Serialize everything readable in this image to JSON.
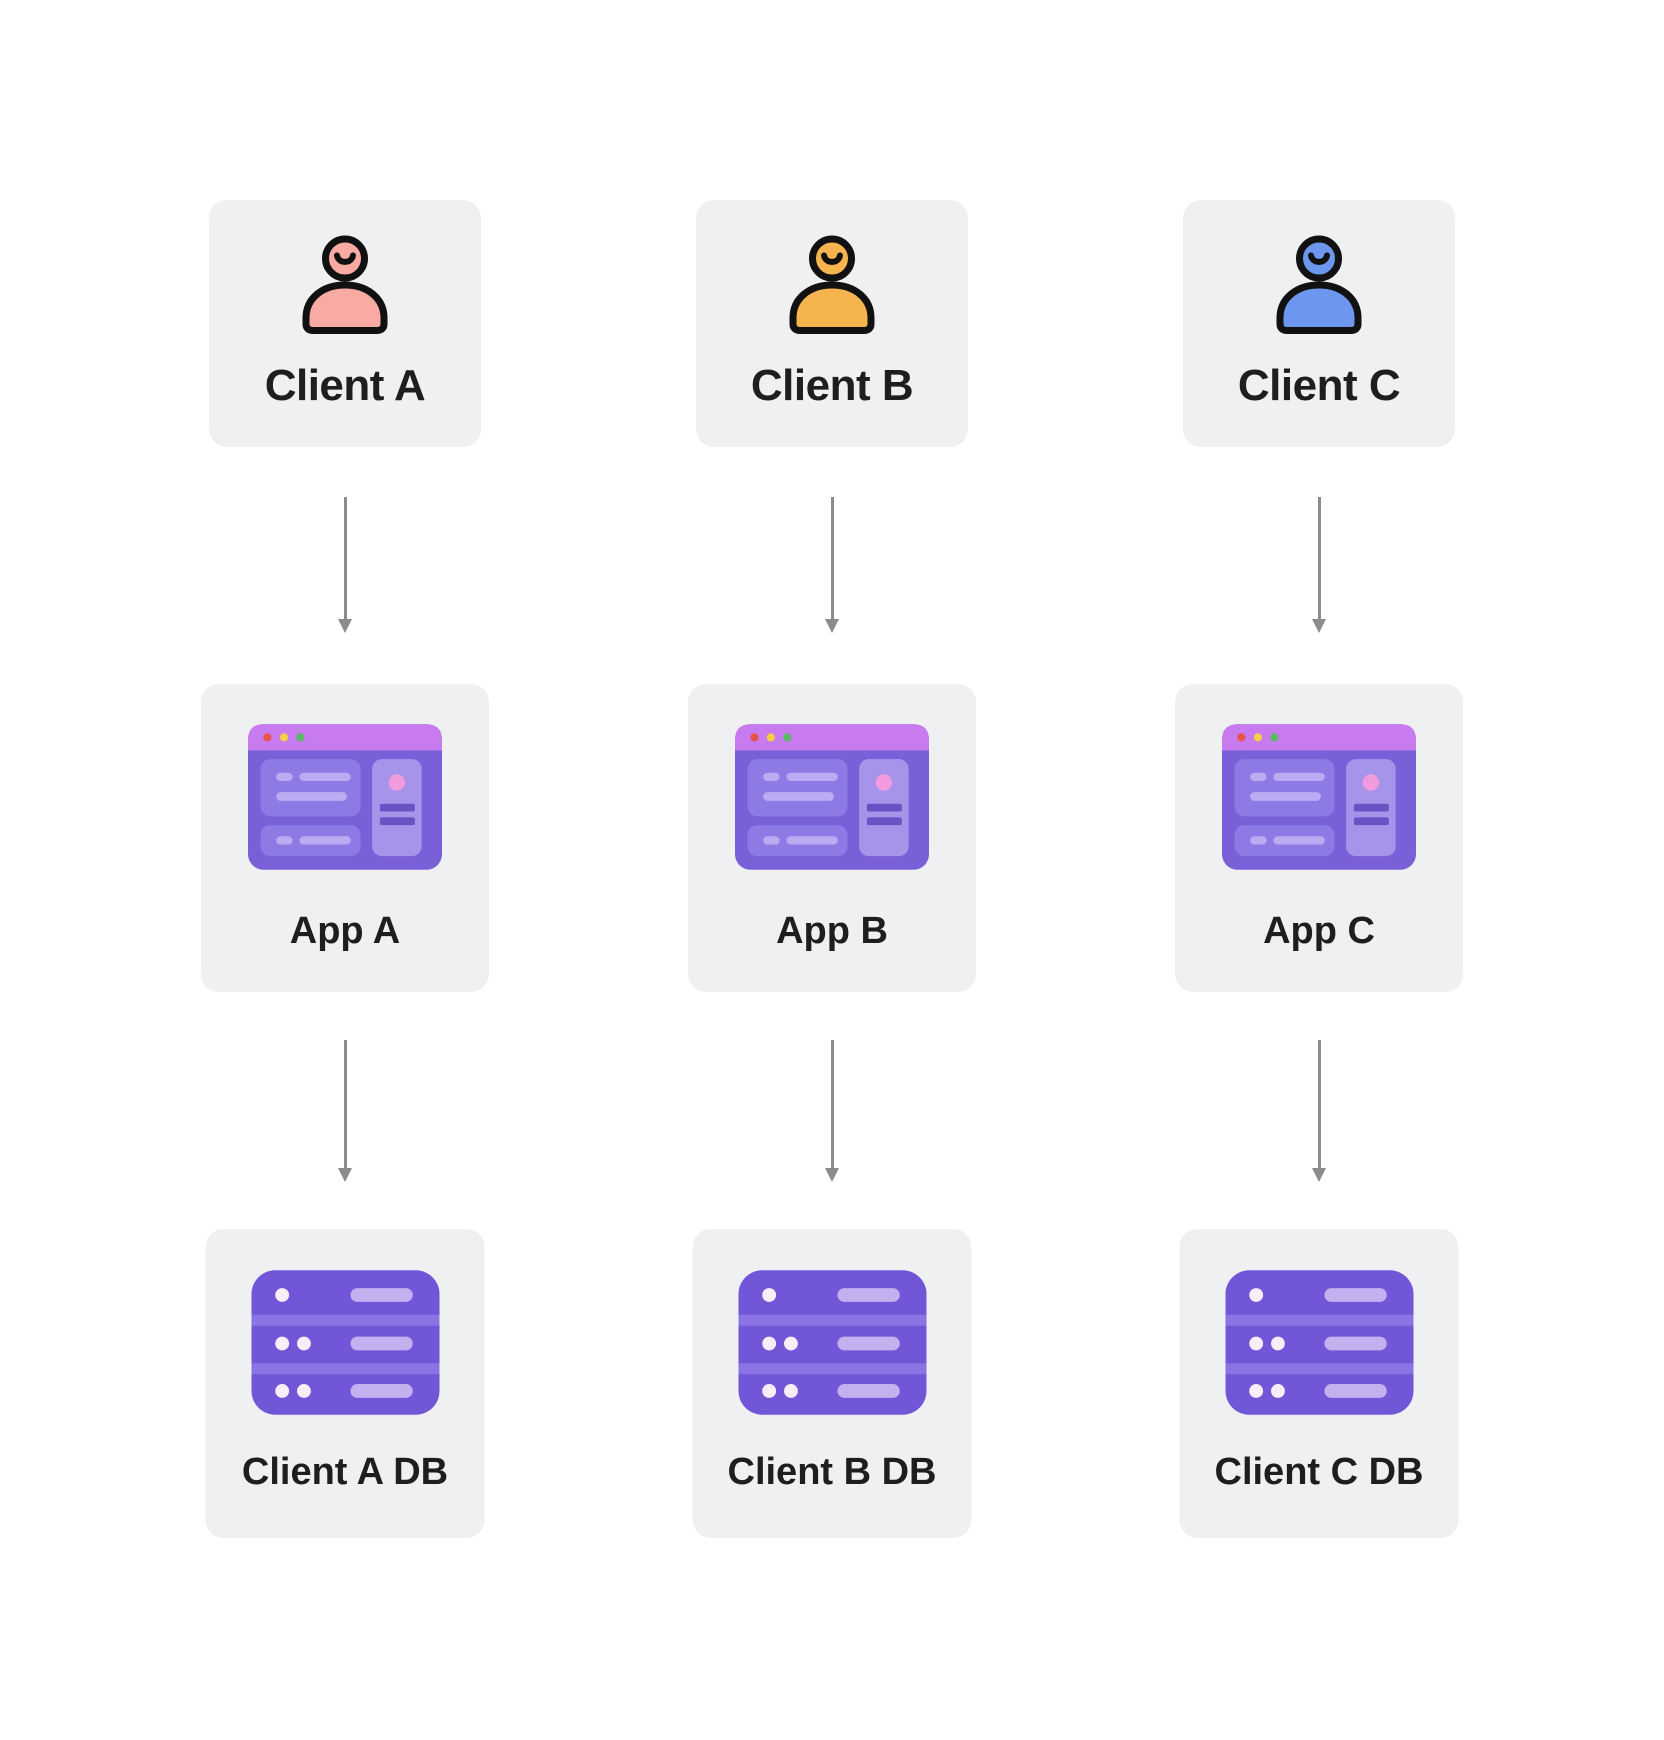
{
  "diagram": {
    "description": "Three isolated client stacks: each client points to its own app, each app points to its own database",
    "arrow": {
      "direction": "down",
      "color": "#8c8c8c"
    },
    "colors": {
      "page_bg": "#ffffff",
      "card_bg": "#eff0f1",
      "label_text": "#1e1e1e",
      "person_outline": "#111111",
      "browser_topbar": "#c77bef",
      "browser_body": "#7a60d8",
      "browser_panel": "#8d7ae4",
      "browser_pill": "#bcaaf2",
      "browser_sidebar": "#a694eb",
      "browser_sidebar_dot": "#f19ade",
      "browser_sidebar_bar": "#6952c4",
      "traffic_red": "#e8524a",
      "traffic_yellow": "#f2d043",
      "traffic_green": "#57bb63",
      "server_body": "#7156d8",
      "server_band": "#8a73e2",
      "server_pill": "#c3b0ef",
      "server_dot": "#f8eef9"
    },
    "columns": [
      {
        "client": {
          "label": "Client A",
          "icon": "person-icon",
          "color": "#f9aaa2"
        },
        "app": {
          "label": "App A",
          "icon": "browser-window-icon"
        },
        "db": {
          "label": "Client A DB",
          "icon": "database-server-icon"
        }
      },
      {
        "client": {
          "label": "Client B",
          "icon": "person-icon",
          "color": "#f6b44e"
        },
        "app": {
          "label": "App B",
          "icon": "browser-window-icon"
        },
        "db": {
          "label": "Client B DB",
          "icon": "database-server-icon"
        }
      },
      {
        "client": {
          "label": "Client C",
          "icon": "person-icon",
          "color": "#6d97ee"
        },
        "app": {
          "label": "App C",
          "icon": "browser-window-icon"
        },
        "db": {
          "label": "Client C DB",
          "icon": "database-server-icon"
        }
      }
    ]
  }
}
